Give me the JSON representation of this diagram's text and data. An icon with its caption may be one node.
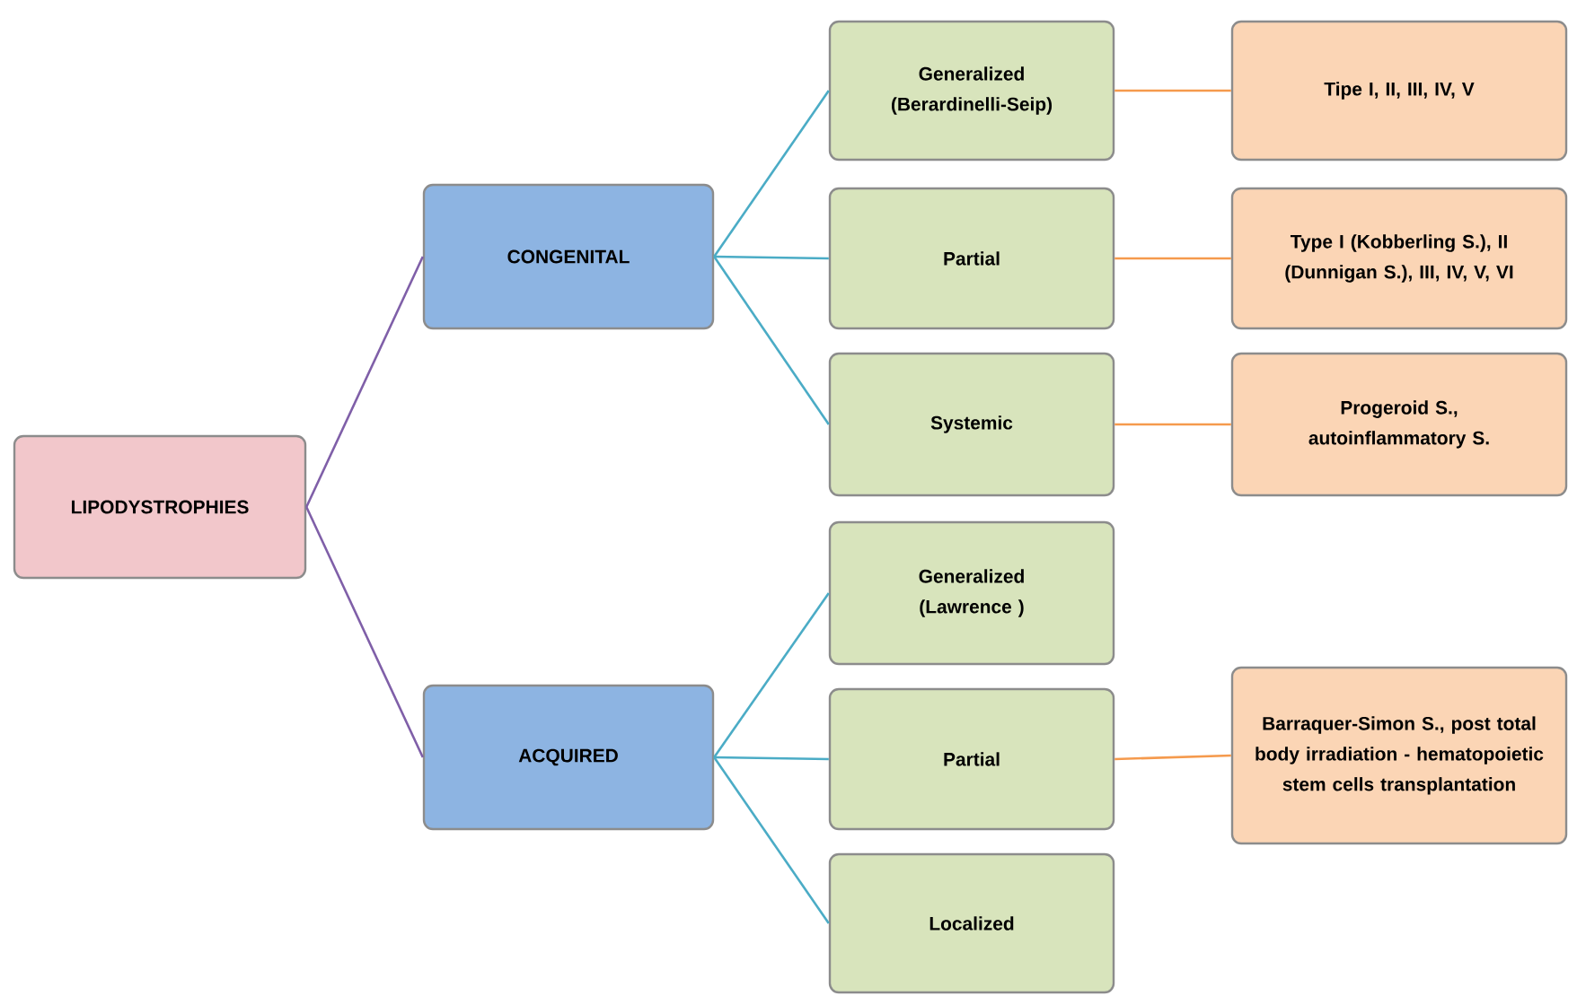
{
  "diagram": {
    "nodes": [
      {
        "text": [
          "LIPODYSTROPHIES"
        ]
      },
      {
        "text": [
          "CONGENITAL"
        ]
      },
      {
        "text": [
          "ACQUIRED"
        ]
      },
      {
        "text": [
          "Generalized (Berardinelli-Seip)"
        ]
      },
      {
        "text": [
          "Partial"
        ]
      },
      {
        "text": [
          "Systemic"
        ]
      },
      {
        "text": [
          "Generalized (Lawrence )"
        ]
      },
      {
        "text": [
          "Partial"
        ]
      },
      {
        "text": [
          "Localized"
        ]
      },
      {
        "text": [
          "Tipe I, II, III, IV, V"
        ]
      },
      {
        "text": [
          "Type I (Kobberling S.), II (Dunnigan S.), III, IV, V, VI"
        ]
      },
      {
        "text": [
          "Progeroid S., autoinflammatory S."
        ]
      },
      {
        "text": [
          "Barraquer-Simon S., post total body irradiation - hematopoietic stem cells transplantation"
        ]
      }
    ],
    "edges": [
      {
        "from": 0,
        "to": 1,
        "arrow": "none",
        "color": "#7f5fa8"
      },
      {
        "from": 0,
        "to": 2,
        "arrow": "none",
        "color": "#7f5fa8"
      },
      {
        "from": 1,
        "to": 3,
        "arrow": "none"
      },
      {
        "from": 1,
        "to": 4,
        "arrow": "none"
      },
      {
        "from": 1,
        "to": 5,
        "arrow": "none"
      },
      {
        "from": 2,
        "to": 6,
        "arrow": "none"
      },
      {
        "from": 2,
        "to": 7,
        "arrow": "none"
      },
      {
        "from": 2,
        "to": 8,
        "arrow": "none"
      },
      {
        "from": 3,
        "to": 9,
        "arrow": "none",
        "color": "#f59a4d"
      },
      {
        "from": 4,
        "to": 10,
        "arrow": "none",
        "color": "#f59a4d"
      },
      {
        "from": 5,
        "to": 11,
        "arrow": "none",
        "color": "#f59a4d"
      },
      {
        "from": 7,
        "to": 12,
        "arrow": "none",
        "color": "#f59a4d"
      }
    ]
  }
}
